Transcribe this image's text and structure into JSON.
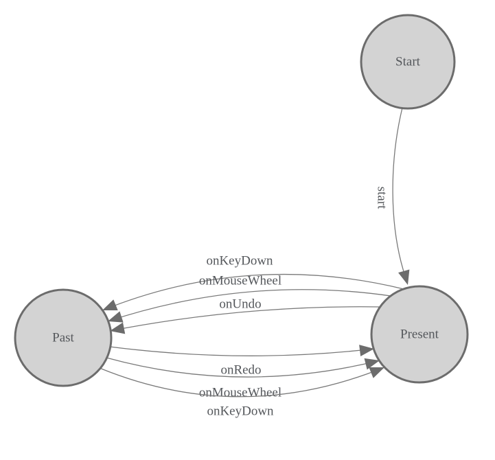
{
  "diagram": {
    "type": "finite-state-machine",
    "background_color": "#ffffff",
    "node_fill": "#d3d3d3",
    "node_stroke": "#6c6c6c",
    "edge_color": "#797979",
    "arrow_color": "#6c6c6c",
    "label_color": "#54575b",
    "nodes": [
      {
        "id": "start",
        "label": "Start"
      },
      {
        "id": "past",
        "label": "Past"
      },
      {
        "id": "present",
        "label": "Present"
      }
    ],
    "edges": [
      {
        "from": "start",
        "to": "present",
        "label": "start"
      },
      {
        "from": "present",
        "to": "past",
        "label": "onKeyDown"
      },
      {
        "from": "present",
        "to": "past",
        "label": "onMouseWheel"
      },
      {
        "from": "present",
        "to": "past",
        "label": "onUndo"
      },
      {
        "from": "past",
        "to": "present",
        "label": "onRedo"
      },
      {
        "from": "past",
        "to": "present",
        "label": "onMouseWheel"
      },
      {
        "from": "past",
        "to": "present",
        "label": "onKeyDown"
      }
    ]
  }
}
